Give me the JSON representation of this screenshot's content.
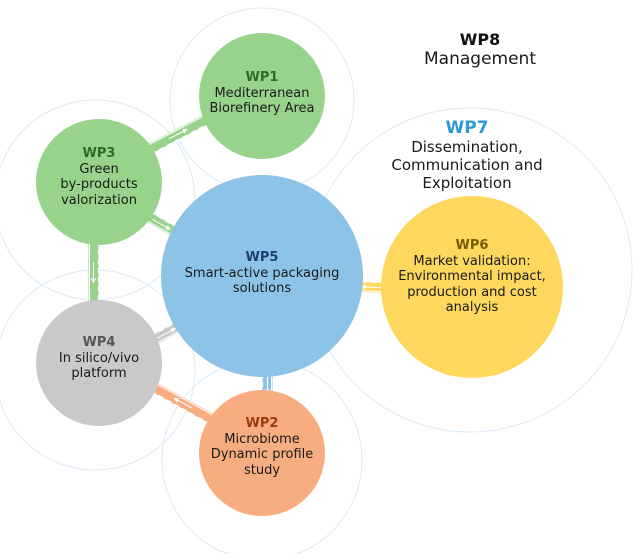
{
  "nodes": [
    {
      "id": "wp1",
      "code": "WP1",
      "desc": "Mediterranean\nBiorefinery Area",
      "fill": "#98d38c",
      "code_color": "#2e6b24"
    },
    {
      "id": "wp2",
      "code": "WP2",
      "desc": "Microbiome\nDynamic profile\nstudy",
      "fill": "#f8ad80",
      "code_color": "#9a3c0a"
    },
    {
      "id": "wp3",
      "code": "WP3",
      "desc": "Green\nby-products\nvalorization",
      "fill": "#98d38c",
      "code_color": "#2e6b24"
    },
    {
      "id": "wp4",
      "code": "WP4",
      "desc": "In silico/vivo\nplatform",
      "fill": "#c9c9c9",
      "code_color": "#555555"
    },
    {
      "id": "wp5",
      "code": "WP5",
      "desc": "Smart-active packaging\nsolutions",
      "fill": "#8cc3e6",
      "code_color": "#1d3f73"
    },
    {
      "id": "wp6",
      "code": "WP6",
      "desc": "Market validation:\nEnvironmental impact,\nproduction and cost\nanalysis",
      "fill": "#fdd85d",
      "code_color": "#7a5a00"
    }
  ],
  "wp7": {
    "code": "WP7",
    "desc": "Dissemination,\nCommunication and\nExploitation",
    "code_color": "#2a9ad6"
  },
  "wp8": {
    "code": "WP8",
    "desc": "Management",
    "code_color": "#111111"
  },
  "links": [
    {
      "from": "wp3",
      "to": "wp1",
      "color": "#98d38c"
    },
    {
      "from": "wp3",
      "to": "wp5",
      "color": "#98d38c"
    },
    {
      "from": "wp3",
      "to": "wp4",
      "color": "#98d38c"
    },
    {
      "from": "wp4",
      "to": "wp5",
      "color": "#c9c9c9"
    },
    {
      "from": "wp4",
      "to": "wp2",
      "color": "#c9c9c9"
    },
    {
      "from": "wp2",
      "to": "wp4",
      "color": "#f8ad80"
    },
    {
      "from": "wp2",
      "to": "wp5",
      "color": "#f8ad80"
    },
    {
      "from": "wp5",
      "to": "wp2",
      "color": "#8cc3e6"
    },
    {
      "from": "wp5",
      "to": "wp6",
      "color": "#8cc3e6"
    },
    {
      "from": "wp6",
      "to": "wp5",
      "color": "#fdd85d"
    }
  ],
  "outline_color": "#dcebf7"
}
